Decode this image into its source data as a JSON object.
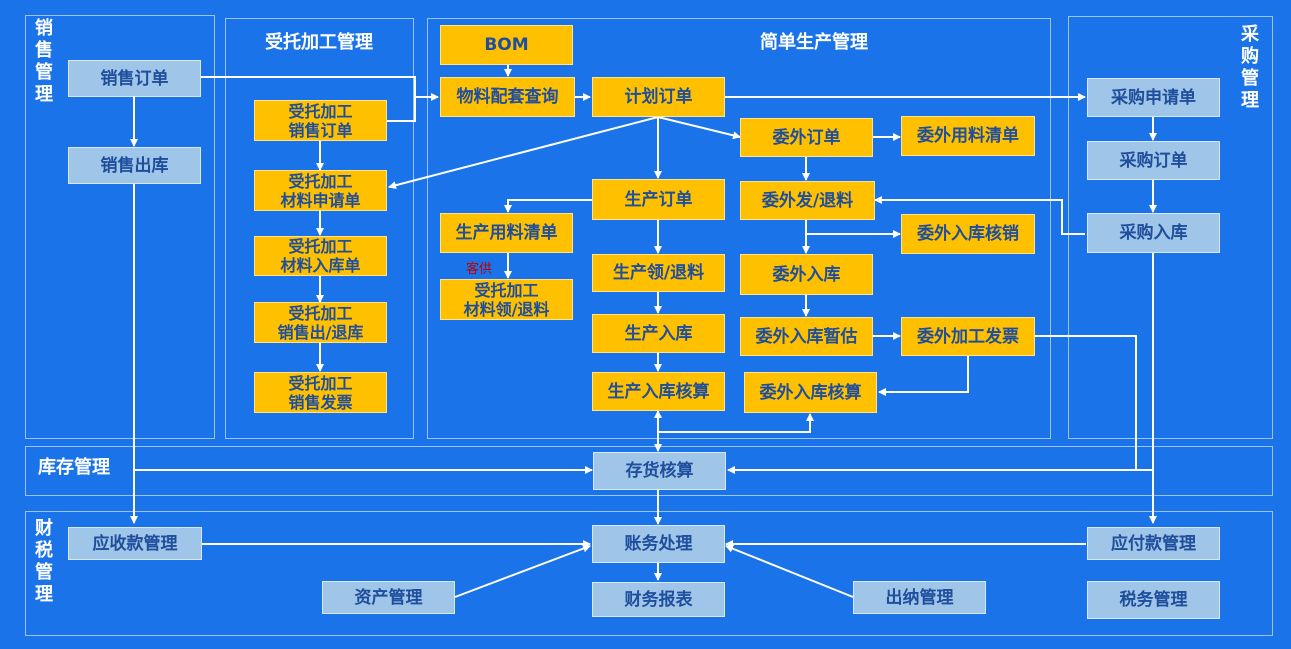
{
  "sections": {
    "sales": "销售管理",
    "consign": "受托加工管理",
    "production": "简单生产管理",
    "purchase": "采购管理",
    "inventory": "库存管理",
    "finance": "财税管理"
  },
  "nodes": {
    "sales_order": "销售订单",
    "sales_out": "销售出库",
    "c_sales_order": "受托加工\n销售订单",
    "c_material_req": "受托加工\n材料申请单",
    "c_material_in": "受托加工\n材料入库单",
    "c_sales_out": "受托加工\n销售出/退库",
    "c_invoice": "受托加工\n销售发票",
    "bom": "BOM",
    "material_query": "物料配套查询",
    "plan_order": "计划订单",
    "outsource_order": "委外订单",
    "outsource_material_list": "委外用料清单",
    "outsource_send": "委外发/退料",
    "outsource_write_off": "委外入库核销",
    "outsource_in": "委外入库",
    "outsource_est": "委外入库暂估",
    "outsource_invoice": "委外加工发票",
    "outsource_cost": "委外入库核算",
    "prod_order": "生产订单",
    "prod_material_list": "生产用料清单",
    "c_material_issue": "受托加工\n材料领/退料",
    "prod_issue": "生产领/退料",
    "prod_in": "生产入库",
    "prod_cost": "生产入库核算",
    "purchase_req": "采购申请单",
    "purchase_order": "采购订单",
    "purchase_in": "采购入库",
    "inventory_cost": "存货核算",
    "receivable": "应收款管理",
    "accounting": "账务处理",
    "payable": "应付款管理",
    "assets": "资产管理",
    "reports": "财务报表",
    "cashier": "出纳管理",
    "tax": "税务管理"
  },
  "annotation": "客供",
  "colors": {
    "background": "#1a73e8",
    "process": "#ffc000",
    "module": "#9fc5e8",
    "text": "#1f4e9c"
  }
}
